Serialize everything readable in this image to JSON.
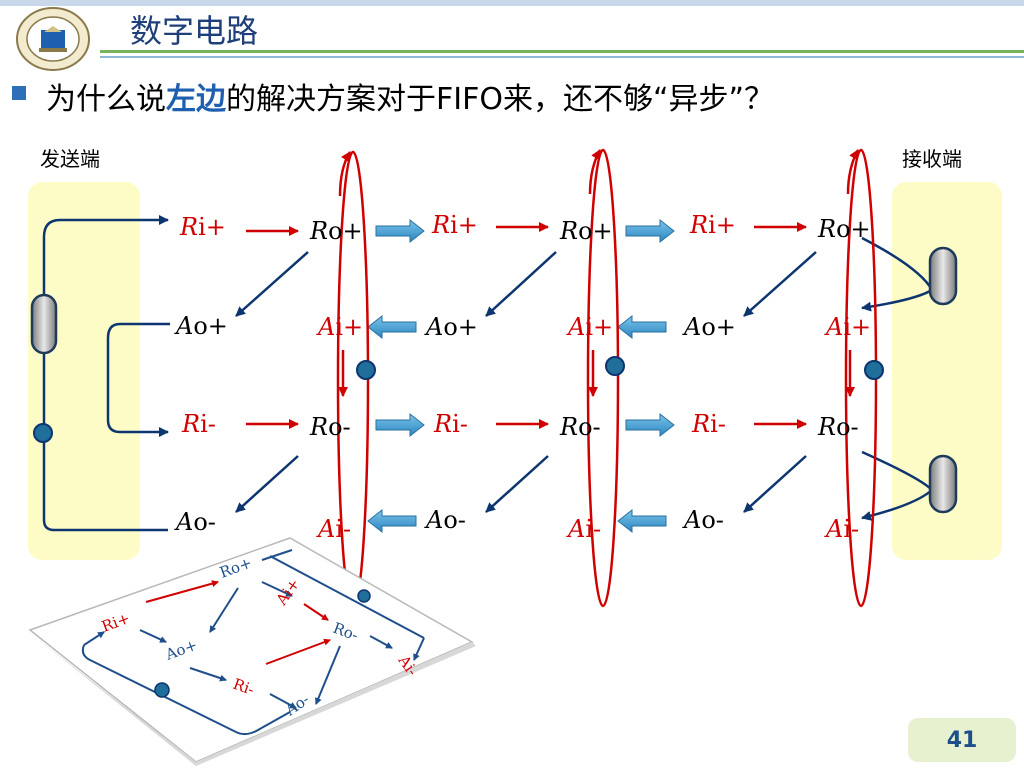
{
  "header": {
    "title": "数字电路",
    "logo": "university-seal"
  },
  "question": {
    "part1": "为什么说",
    "highlight": "左边",
    "part2": "的解决方案对于FIFO来，还不够“异步”？"
  },
  "labels": {
    "sender": "发送端",
    "receiver": "接收端"
  },
  "nodes": {
    "c1": {
      "ri_plus_r": "R",
      "ri_plus_t": "i+",
      "ao_plus_a": "A",
      "ao_plus_t": "o+",
      "ri_minus_r": "R",
      "ri_minus_t": "i-",
      "ao_minus_a": "A",
      "ao_minus_t": "o-"
    },
    "c2": {
      "ro_plus_r": "R",
      "ro_plus_t": "o+",
      "ai_plus_a": "A",
      "ai_plus_t": "i+",
      "ro_minus_r": "R",
      "ro_minus_t": "o-",
      "ai_minus_a": "A",
      "ai_minus_t": "i-"
    },
    "c3": {
      "ri_plus_r": "R",
      "ri_plus_t": "i+",
      "ao_plus_a": "A",
      "ao_plus_t": "o+",
      "ri_minus_r": "R",
      "ri_minus_t": "i-",
      "ao_minus_a": "A",
      "ao_minus_t": "o-"
    },
    "c4": {
      "ro_plus_r": "R",
      "ro_plus_t": "o+",
      "ai_plus_a": "A",
      "ai_plus_t": "i+",
      "ro_minus_r": "R",
      "ro_minus_t": "o-",
      "ai_minus_a": "A",
      "ai_minus_t": "i-"
    },
    "c5": {
      "ri_plus_r": "R",
      "ri_plus_t": "i+",
      "ao_plus_a": "A",
      "ao_plus_t": "o+",
      "ri_minus_r": "R",
      "ri_minus_t": "i-",
      "ao_minus_a": "A",
      "ao_minus_t": "o-"
    },
    "c6": {
      "ro_plus_r": "R",
      "ro_plus_t": "o+",
      "ai_plus_a": "A",
      "ai_plus_t": "i+",
      "ro_minus_r": "R",
      "ro_minus_t": "o-",
      "ai_minus_a": "A",
      "ai_minus_t": "i-"
    }
  },
  "inset": {
    "ri_plus": "Ri+",
    "ro_plus": "Ro+",
    "ao_plus": "Ao+",
    "ai_plus": "Ai+",
    "ro_minus": "Ro-",
    "ri_minus": "Ri-",
    "ai_minus": "Ai-",
    "ao_minus": "Ao-"
  },
  "colors": {
    "accent_red": "#d00000",
    "accent_blue": "#1f3f7a",
    "panel": "#fefcc6",
    "block_arrow": "#3a9bd0"
  },
  "page_number": "41"
}
